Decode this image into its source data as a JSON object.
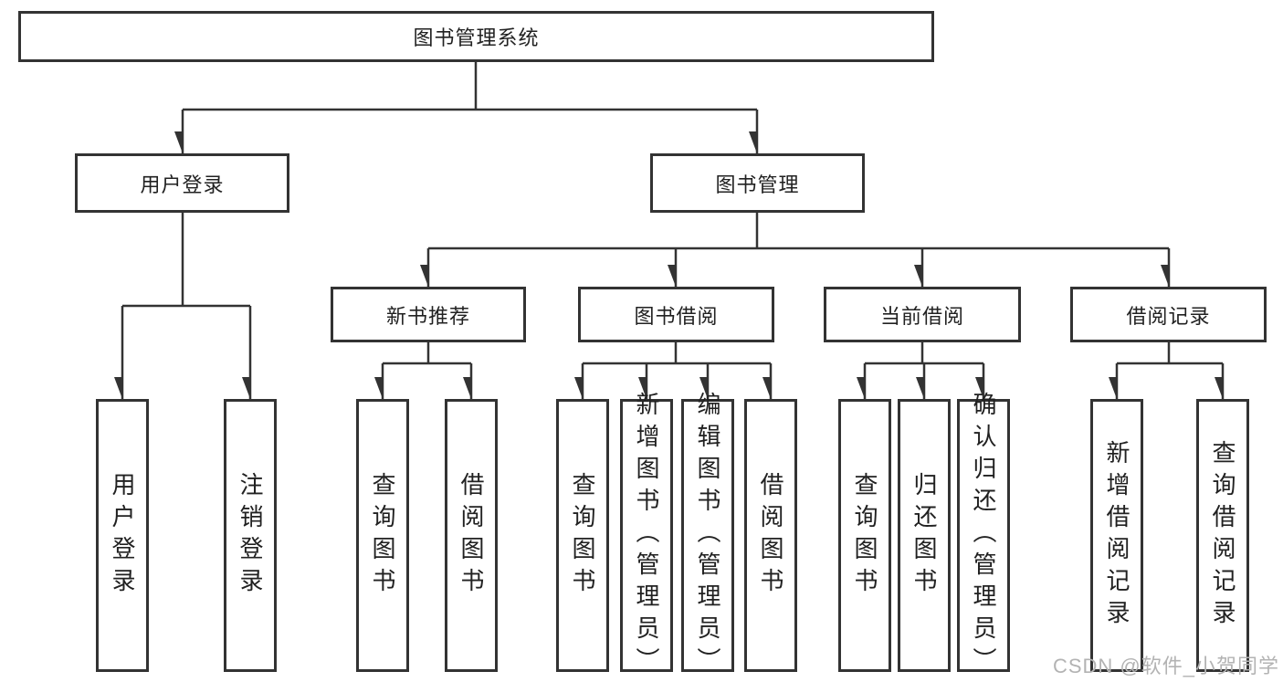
{
  "colors": {
    "line": "#333333",
    "box_border": "#333333",
    "box_fill": "#ffffff",
    "text": "#212121",
    "watermark": "#b3b3b3"
  },
  "watermark": "CSDN @软件_小贺同学",
  "tree": {
    "label": "图书管理系统",
    "children": [
      {
        "label": "用户登录",
        "children": [
          {
            "label": "用户登录"
          },
          {
            "label": "注销登录"
          }
        ]
      },
      {
        "label": "图书管理",
        "children": [
          {
            "label": "新书推荐",
            "children": [
              {
                "label": "查询图书"
              },
              {
                "label": "借阅图书"
              }
            ]
          },
          {
            "label": "图书借阅",
            "children": [
              {
                "label": "查询图书"
              },
              {
                "label": "新增图书（管理员）"
              },
              {
                "label": "编辑图书（管理员）"
              },
              {
                "label": "借阅图书"
              }
            ]
          },
          {
            "label": "当前借阅",
            "children": [
              {
                "label": "查询图书"
              },
              {
                "label": "归还图书"
              },
              {
                "label": "确认归还（管理员）"
              }
            ]
          },
          {
            "label": "借阅记录",
            "children": [
              {
                "label": "新增借阅记录"
              },
              {
                "label": "查询借阅记录"
              }
            ]
          }
        ]
      }
    ]
  }
}
